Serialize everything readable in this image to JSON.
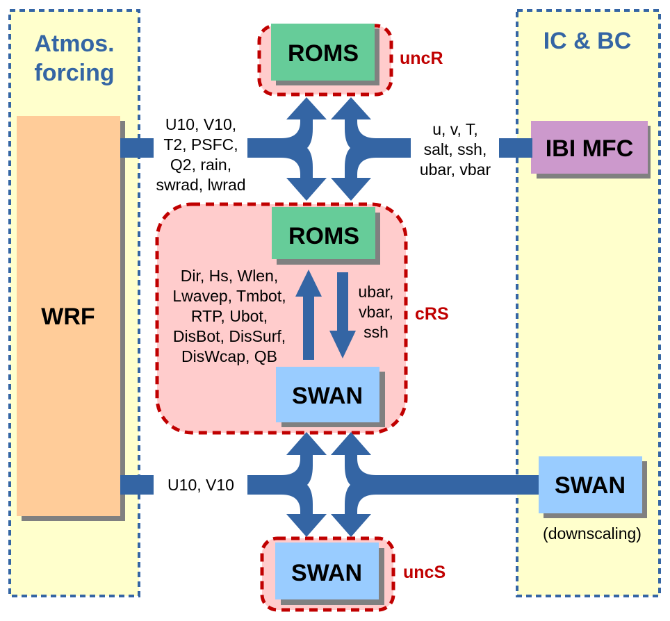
{
  "colors": {
    "panel_fill": "#ffffcc",
    "panel_border": "#3465a4",
    "coupled_fill": "#ffcccc",
    "coupled_border": "#c00000",
    "arrow": "#3465a4",
    "roms": "#66cc99",
    "swan": "#99ccff",
    "wrf": "#ffcc99",
    "ibi": "#cc99cc",
    "shadow": "#808080"
  },
  "panels": {
    "left": {
      "title_line1": "Atmos.",
      "title_line2": "forcing"
    },
    "right": {
      "title": "IC & BC"
    }
  },
  "boxes": {
    "wrf": "WRF",
    "ibi": "IBI MFC",
    "roms_uncoupled": "ROMS",
    "roms_coupled": "ROMS",
    "swan_coupled": "SWAN",
    "swan_uncoupled": "SWAN",
    "swan_downscaling": "SWAN",
    "swan_downscaling_note": "(downscaling)"
  },
  "tags": {
    "uncR": "uncR",
    "cRS": "cRS",
    "uncS": "uncS"
  },
  "variables": {
    "wrf_to_roms": [
      "U10, V10,",
      "T2, PSFC,",
      "Q2, rain,",
      "swrad, lwrad"
    ],
    "ibi_to_roms": [
      "u, v, T,",
      "salt, ssh,",
      "ubar, vbar"
    ],
    "swan_to_roms": [
      "Dir, Hs, Wlen,",
      "Lwavep, Tmbot,",
      "RTP, Ubot,",
      "DisBot, DisSurf,",
      "DisWcap, QB"
    ],
    "roms_to_swan": [
      "ubar,",
      "vbar,",
      "ssh"
    ],
    "wrf_to_swan": [
      "U10, V10"
    ]
  }
}
